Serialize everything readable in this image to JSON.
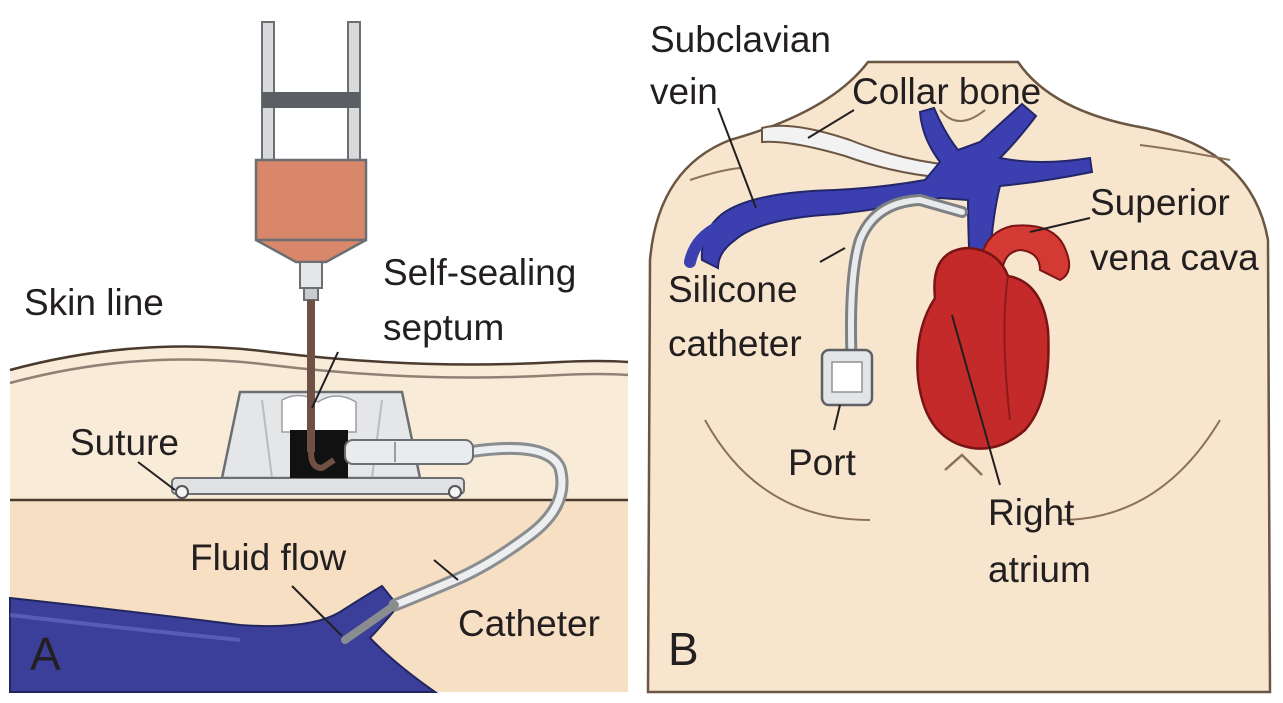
{
  "panels": [
    {
      "letter": "A",
      "labels": {
        "skin_line": "Skin line",
        "septum_line1": "Self-sealing",
        "septum_line2": "septum",
        "suture": "Suture",
        "fluid_flow": "Fluid flow",
        "catheter": "Catheter"
      }
    },
    {
      "letter": "B",
      "labels": {
        "subclavian_line1": "Subclavian",
        "subclavian_line2": "vein",
        "collar_bone": "Collar bone",
        "svc_line1": "Superior",
        "svc_line2": "vena cava",
        "silicone_line1": "Silicone",
        "silicone_line2": "catheter",
        "port": "Port",
        "atrium_line1": "Right",
        "atrium_line2": "atrium"
      }
    }
  ],
  "colors": {
    "skin": "#f5e6cf",
    "skin_deep": "#f3dcc0",
    "vein": "#3b3f9a",
    "heart": "#c42a2a",
    "fluid": "#d9876a",
    "port_gray": "#e2e4e6"
  }
}
